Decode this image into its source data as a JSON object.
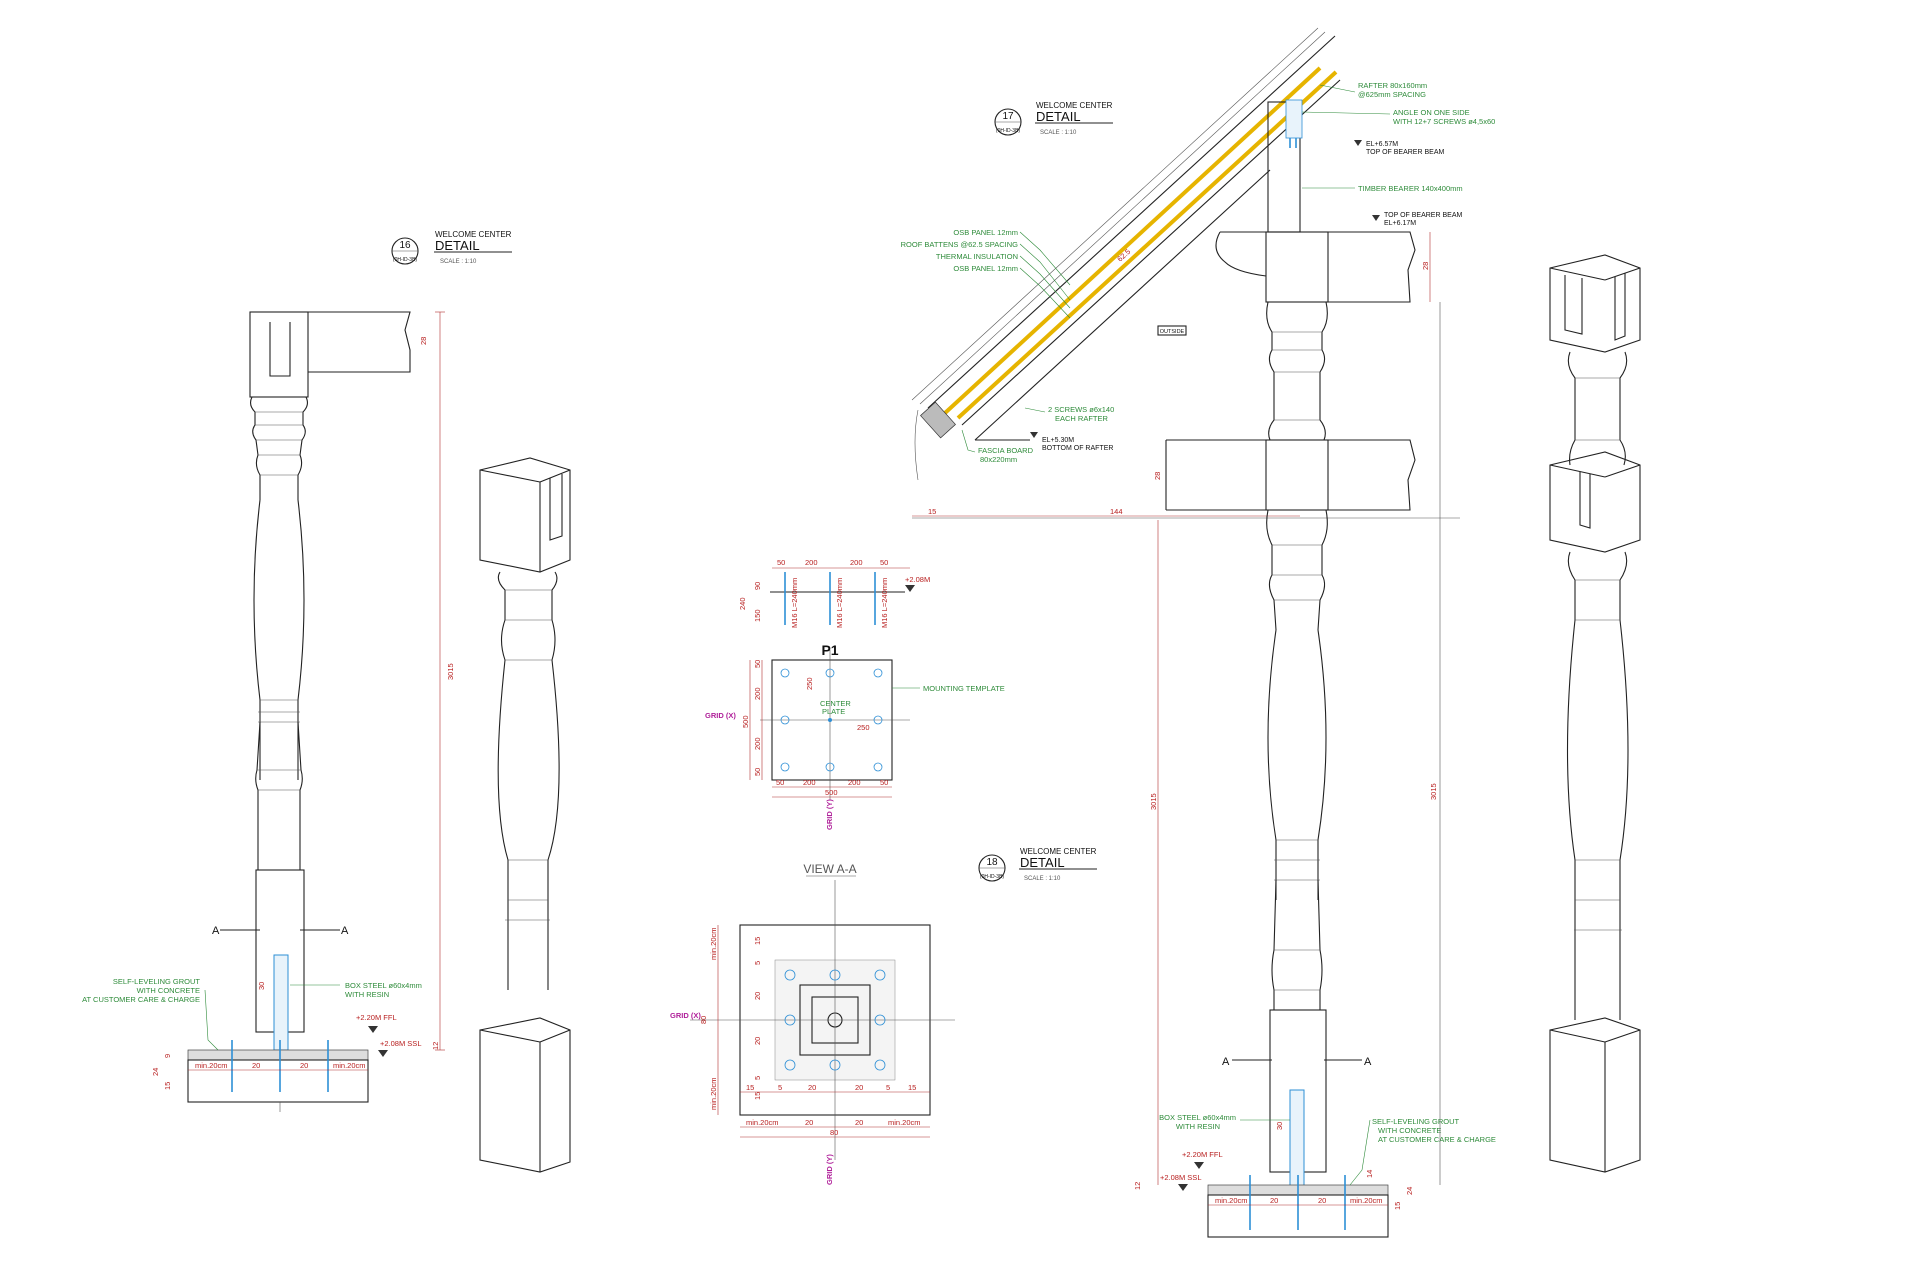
{
  "details": {
    "d16": {
      "number": "16",
      "ref": "(0H-ID-3B)",
      "project": "WELCOME CENTER",
      "title": "DETAIL",
      "scale": "SCALE : 1:10"
    },
    "d17": {
      "number": "17",
      "ref": "(0H-ID-3B)",
      "project": "WELCOME CENTER",
      "title": "DETAIL",
      "scale": "SCALE : 1:10"
    },
    "d18": {
      "number": "18",
      "ref": "(0H-ID-3B)",
      "project": "WELCOME CENTER",
      "title": "DETAIL",
      "scale": "SCALE : 1:10"
    }
  },
  "roof_notes": {
    "rafter": "RAFTER 80x160mm",
    "rafter_spacing": "@625mm SPACING",
    "angle": "ANGLE ON ONE SIDE",
    "angle_screws": "WITH 12+7 SCREWS ø4,5x60",
    "el_657": "EL+6.57M",
    "top_bearer": "TOP OF BEARER BEAM",
    "timber_bearer": "TIMBER BEARER 140x400mm",
    "top_bearer_2": "TOP OF BEARER BEAM",
    "el_617": "EL+6.17M",
    "osb1": "OSB PANEL 12mm",
    "battens": "ROOF BATTENS @62.5 SPACING",
    "insulation": "THERMAL INSULATION",
    "osb2": "OSB PANEL 12mm",
    "outside": "OUTSIDE",
    "screws": "2 SCREWS ø6x140",
    "each_rafter": "EACH RAFTER",
    "el_530": "EL+5.30M",
    "bottom_rafter": "BOTTOM OF RAFTER",
    "fascia": "FASCIA BOARD",
    "fascia_size": "80x220mm",
    "dim_15": "15",
    "dim_144": "144",
    "dim_28a": "28",
    "dim_28b": "28",
    "dim_28c": "28",
    "dim_625": "62.5",
    "dim_3015": "3015"
  },
  "col16": {
    "self_level_1": "SELF-LEVELING GROUT",
    "self_level_2": "WITH CONCRETE",
    "self_level_3": "AT CUSTOMER CARE & CHARGE",
    "box_steel": "BOX STEEL ø60x4mm",
    "with_resin": "WITH RESIN",
    "ffl": "+2.20M FFL",
    "ssl": "+2.08M SSL",
    "sec_a": "A",
    "min20a": "min.20cm",
    "d20a": "20",
    "d20b": "20",
    "min20b": "min.20cm",
    "h3015": "3015",
    "d28": "28",
    "d30": "30",
    "d12": "12",
    "d9": "9",
    "d24": "24",
    "d15": "15"
  },
  "plate": {
    "title": "P1",
    "top_dims": [
      "50",
      "200",
      "200",
      "50"
    ],
    "ffl": "+2.08M",
    "mounting": "MOUNTING TEMPLATE",
    "center": "CENTER",
    "plate": "PLATE",
    "d250a": "250",
    "d250b": "250",
    "grid_x": "GRID (X)",
    "grid_y": "GRID (Y)",
    "bottom_dims": [
      "50",
      "200",
      "200",
      "50"
    ],
    "total": "500",
    "side_dims": [
      "50",
      "200",
      "200",
      "50"
    ],
    "side_total": "500",
    "h240": "240",
    "h90": "90",
    "h150": "150",
    "bolt_label": "M16 L=240mm"
  },
  "viewaa": {
    "title": "VIEW A-A",
    "grid_x": "GRID (X)",
    "grid_y": "GRID (Y)",
    "min20": "min.20cm",
    "bottom": [
      "min.20cm",
      "20",
      "20",
      "min.20cm"
    ],
    "inner": [
      "15",
      "5",
      "20",
      "20",
      "5",
      "15"
    ],
    "total": "80",
    "side": [
      "min.20cm",
      "15",
      "5",
      "20",
      "20",
      "5",
      "15",
      "min.20cm"
    ],
    "side_total": "80"
  },
  "col18": {
    "box_steel": "BOX STEEL ø60x4mm",
    "with_resin": "WITH RESIN",
    "self_level_1": "SELF-LEVELING GROUT",
    "self_level_2": "WITH CONCRETE",
    "self_level_3": "AT CUSTOMER CARE & CHARGE",
    "ffl": "+2.20M FFL",
    "ssl": "+2.08M SSL",
    "sec_a": "A",
    "min20a": "min.20cm",
    "d20a": "20",
    "d20b": "20",
    "min20b": "min.20cm",
    "d3015": "3015",
    "d30": "30",
    "d12": "12",
    "d14": "14",
    "d15": "15",
    "d24": "24"
  }
}
